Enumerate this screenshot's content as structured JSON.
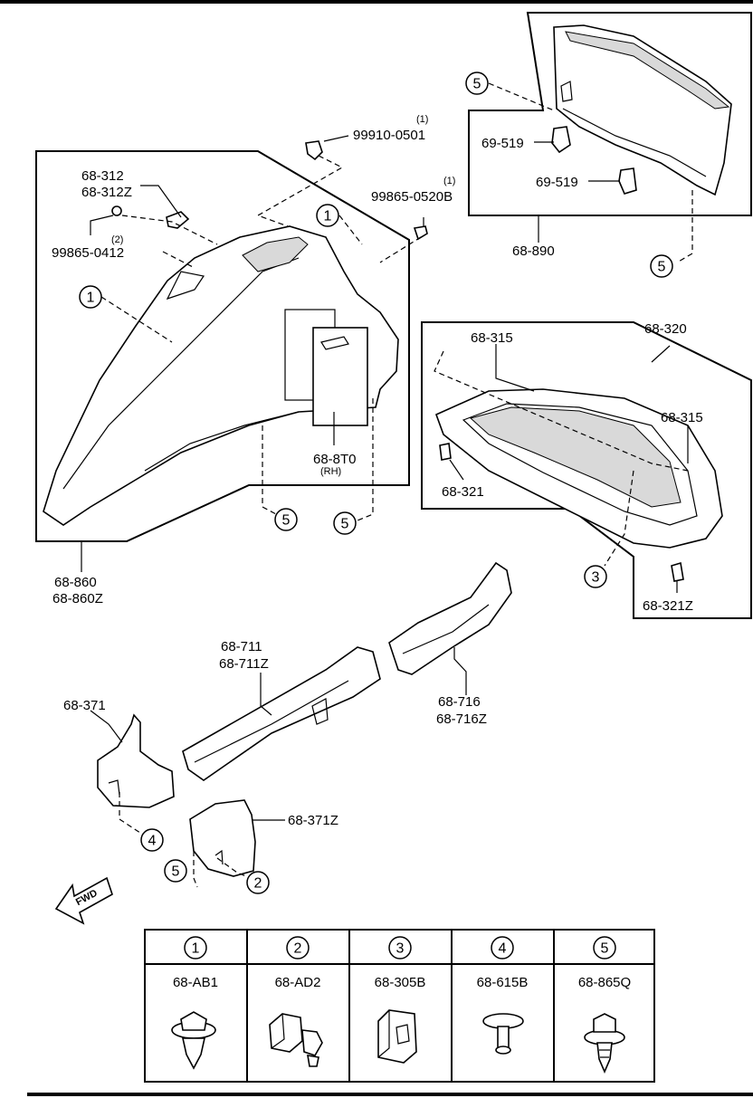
{
  "callouts": {
    "p99910": "99910-0501",
    "p99910_qty": "(1)",
    "p68312": "68-312",
    "p68312z": "68-312Z",
    "p99865a": "99865-0412",
    "p99865a_qty": "(2)",
    "p99865b": "99865-0520B",
    "p99865b_qty": "(1)",
    "p68860": "68-860",
    "p68860z": "68-860Z",
    "p688t0": "68-8T0",
    "p688t0_side": "(RH)",
    "p69519a": "69-519",
    "p69519b": "69-519",
    "p68890": "68-890",
    "p68320": "68-320",
    "p68315a": "68-315",
    "p68315b": "68-315",
    "p68321": "68-321",
    "p68321z": "68-321Z",
    "p68711": "68-711",
    "p68711z": "68-711Z",
    "p68716": "68-716",
    "p68716z": "68-716Z",
    "p68371": "68-371",
    "p68371z": "68-371Z"
  },
  "refs": {
    "r1": "1",
    "r2": "2",
    "r3": "3",
    "r4": "4",
    "r5": "5"
  },
  "fwd_label": "FWD",
  "legend": {
    "headers": [
      "1",
      "2",
      "3",
      "4",
      "5"
    ],
    "parts": [
      "68-AB1",
      "68-AD2",
      "68-305B",
      "68-615B",
      "68-865Q"
    ]
  }
}
